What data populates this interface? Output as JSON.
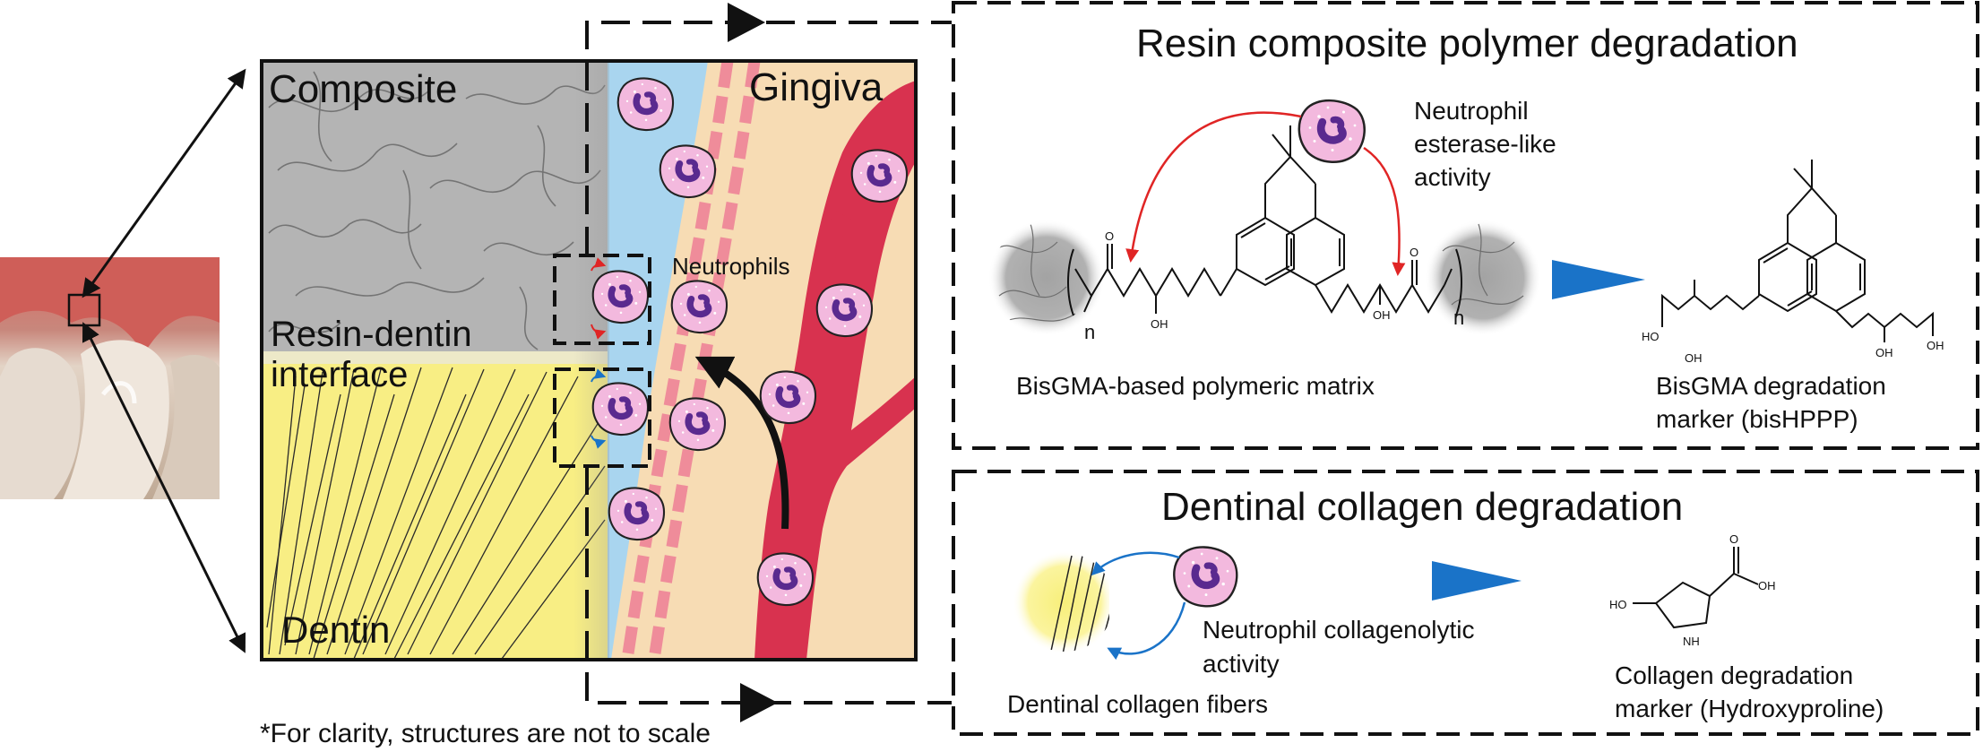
{
  "regions": {
    "composite": "Composite",
    "gingiva": "Gingiva",
    "resin_dentin_1": "Resin-dentin",
    "resin_dentin_2": "interface",
    "dentin": "Dentin",
    "neutrophils": "Neutrophils"
  },
  "footnote": "*For clarity, structures are not to scale",
  "resin_panel": {
    "title": "Resin composite polymer degradation",
    "enzyme_1": "Neutrophil",
    "enzyme_2": "esterase-like",
    "enzyme_3": "activity",
    "matrix_label": "BisGMA-based polymeric matrix",
    "marker_1": "BisGMA degradation",
    "marker_2": "marker (bisHPPP)",
    "n": "n",
    "oh": "OH",
    "ho": "HO",
    "o": "O"
  },
  "collagen_panel": {
    "title": "Dentinal collagen degradation",
    "enzyme_1": "Neutrophil collagenolytic",
    "enzyme_2": "activity",
    "fibers_label": "Dentinal collagen fibers",
    "marker_1": "Collagen degradation",
    "marker_2": "marker (Hydroxyproline)",
    "ho": "HO",
    "nh": "NH",
    "oh": "OH",
    "o": "O"
  },
  "colors": {
    "composite_gray": "#b4b4b4",
    "dentin_yellow": "#f8ee84",
    "sulcus_blue": "#a9d5ef",
    "gingiva_tan": "#f7dcb4",
    "vessel_red": "#d8324f",
    "neutrophil_pink": "#f3b9de",
    "nucleus_purple": "#5a2a8f",
    "marker_blue": "#1a73c8",
    "ester_red": "#e02525"
  }
}
